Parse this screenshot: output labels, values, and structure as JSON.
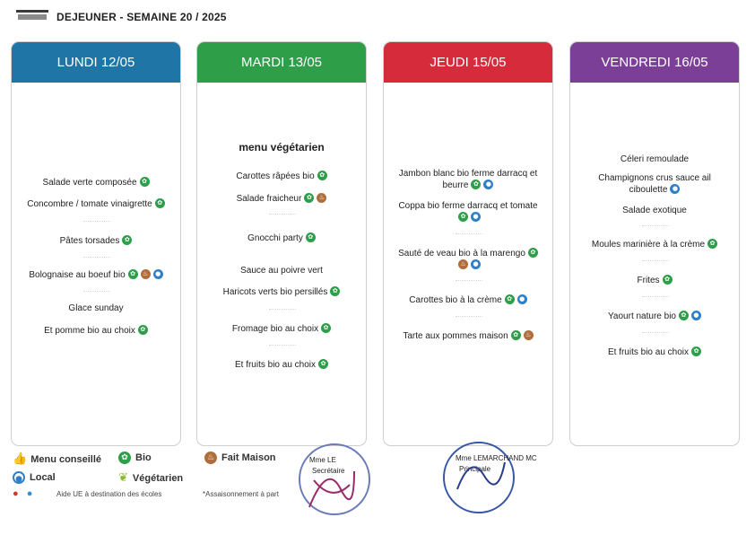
{
  "header": {
    "title": "DEJEUNER - SEMAINE 20 / 2025"
  },
  "days": [
    {
      "name": "LUNDI 12/05",
      "color": "#1f76a6",
      "items": [
        {
          "text": "Salade verte composée",
          "icons": [
            "bio"
          ]
        },
        {
          "text": "Concombre / tomate vinaigrette",
          "icons": [
            "bio"
          ]
        },
        {
          "text": "Pâtes torsades",
          "icons": [
            "bio"
          ]
        },
        {
          "text": "Bolognaise au boeuf bio",
          "icons": [
            "bio",
            "fait",
            "local"
          ]
        },
        {
          "text": "Glace sunday",
          "icons": []
        },
        {
          "text": "Et pomme bio au choix",
          "icons": [
            "bio"
          ]
        }
      ]
    },
    {
      "name": "MARDI 13/05",
      "color": "#2e9e48",
      "items": [
        {
          "text": "menu végétarien",
          "icons": []
        },
        {
          "text": "Carottes râpées bio",
          "icons": [
            "bio"
          ]
        },
        {
          "text": "Salade fraicheur",
          "icons": [
            "bio",
            "fait"
          ]
        },
        {
          "text": "Gnocchi party",
          "icons": [
            "bio"
          ]
        },
        {
          "text": "Sauce au poivre vert",
          "icons": []
        },
        {
          "text": "Haricots verts bio persillés",
          "icons": [
            "bio"
          ]
        },
        {
          "text": "Fromage bio au choix",
          "icons": [
            "bio"
          ]
        },
        {
          "text": "Et fruits bio au choix",
          "icons": [
            "bio"
          ]
        }
      ]
    },
    {
      "name": "JEUDI 15/05",
      "color": "#d52b3a",
      "items": [
        {
          "text": "Jambon blanc bio ferme darracq et beurre",
          "icons": [
            "bio",
            "local"
          ]
        },
        {
          "text": "Coppa bio ferme darracq et tomate",
          "icons": [
            "bio",
            "local"
          ]
        },
        {
          "text": "Sauté de veau bio à la marengo",
          "icons": [
            "bio",
            "fait",
            "local"
          ]
        },
        {
          "text": "Carottes bio à la crème",
          "icons": [
            "bio",
            "local"
          ]
        },
        {
          "text": "Tarte aux pommes maison",
          "icons": [
            "bio",
            "fait"
          ]
        }
      ]
    },
    {
      "name": "VENDREDI 16/05",
      "color": "#7b3f97",
      "items": [
        {
          "text": "Céleri remoulade",
          "icons": []
        },
        {
          "text": "Champignons crus sauce ail ciboulette",
          "icons": [
            "local"
          ]
        },
        {
          "text": "Salade exotique",
          "icons": []
        },
        {
          "text": "Moules marinière à la crème",
          "icons": [
            "bio"
          ]
        },
        {
          "text": "Frites",
          "icons": [
            "bio"
          ]
        },
        {
          "text": "Yaourt nature bio",
          "icons": [
            "bio",
            "local"
          ]
        },
        {
          "text": "Et fruits bio au choix",
          "icons": [
            "bio"
          ]
        }
      ]
    }
  ],
  "legend": {
    "menu_conseille": "Menu conseillé",
    "bio": "Bio",
    "fait_maison": "Fait Maison",
    "local": "Local",
    "vegetarien": "Végétarien",
    "aide_ue": "Aide UE à destination des écoles",
    "assaisonnement": "*Assaisonnement à part"
  },
  "signatures": {
    "sig1_line1": "Mme LE",
    "sig1_line2": "Secrétaire",
    "sig2_line1": "Mme LEMARCHAND MC",
    "sig2_line2": "Principale"
  },
  "icon_names": {
    "bio": "bio-icon",
    "fait": "fait-maison-icon",
    "local": "local-icon"
  },
  "colors": {
    "bio": "#2e9e4b",
    "fait": "#b06d3c",
    "local": "#2e7fc9"
  }
}
